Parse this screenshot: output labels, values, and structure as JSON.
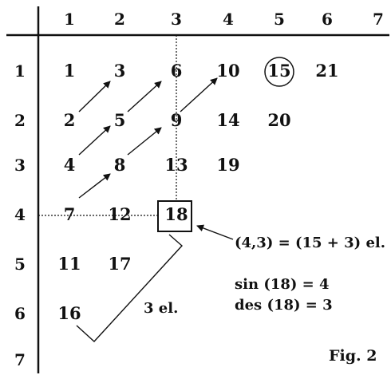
{
  "column_headers": [
    "1",
    "2",
    "3",
    "4",
    "5",
    "6",
    "7"
  ],
  "row_headers": [
    "1",
    "2",
    "3",
    "4",
    "5",
    "6",
    "7"
  ],
  "cells": [
    {
      "row": 1,
      "col": 1,
      "value": "1"
    },
    {
      "row": 1,
      "col": 2,
      "value": "3"
    },
    {
      "row": 1,
      "col": 3,
      "value": "6"
    },
    {
      "row": 1,
      "col": 4,
      "value": "10"
    },
    {
      "row": 1,
      "col": 5,
      "value": "15",
      "circled": true
    },
    {
      "row": 1,
      "col": 6,
      "value": "21"
    },
    {
      "row": 2,
      "col": 1,
      "value": "2"
    },
    {
      "row": 2,
      "col": 2,
      "value": "5"
    },
    {
      "row": 2,
      "col": 3,
      "value": "9"
    },
    {
      "row": 2,
      "col": 4,
      "value": "14"
    },
    {
      "row": 2,
      "col": 5,
      "value": "20"
    },
    {
      "row": 3,
      "col": 1,
      "value": "4"
    },
    {
      "row": 3,
      "col": 2,
      "value": "8"
    },
    {
      "row": 3,
      "col": 3,
      "value": "13"
    },
    {
      "row": 3,
      "col": 4,
      "value": "19"
    },
    {
      "row": 4,
      "col": 1,
      "value": "7"
    },
    {
      "row": 4,
      "col": 2,
      "value": "12"
    },
    {
      "row": 4,
      "col": 3,
      "value": "18",
      "boxed": true
    },
    {
      "row": 5,
      "col": 1,
      "value": "11"
    },
    {
      "row": 5,
      "col": 2,
      "value": "17"
    },
    {
      "row": 6,
      "col": 1,
      "value": "16"
    }
  ],
  "annotations": {
    "position": "(4,3) = (15 + 3) el.",
    "sin": "sin (18) = 4",
    "des": "des (18) = 3",
    "count": "3 el.",
    "figure": "Fig. 2"
  }
}
